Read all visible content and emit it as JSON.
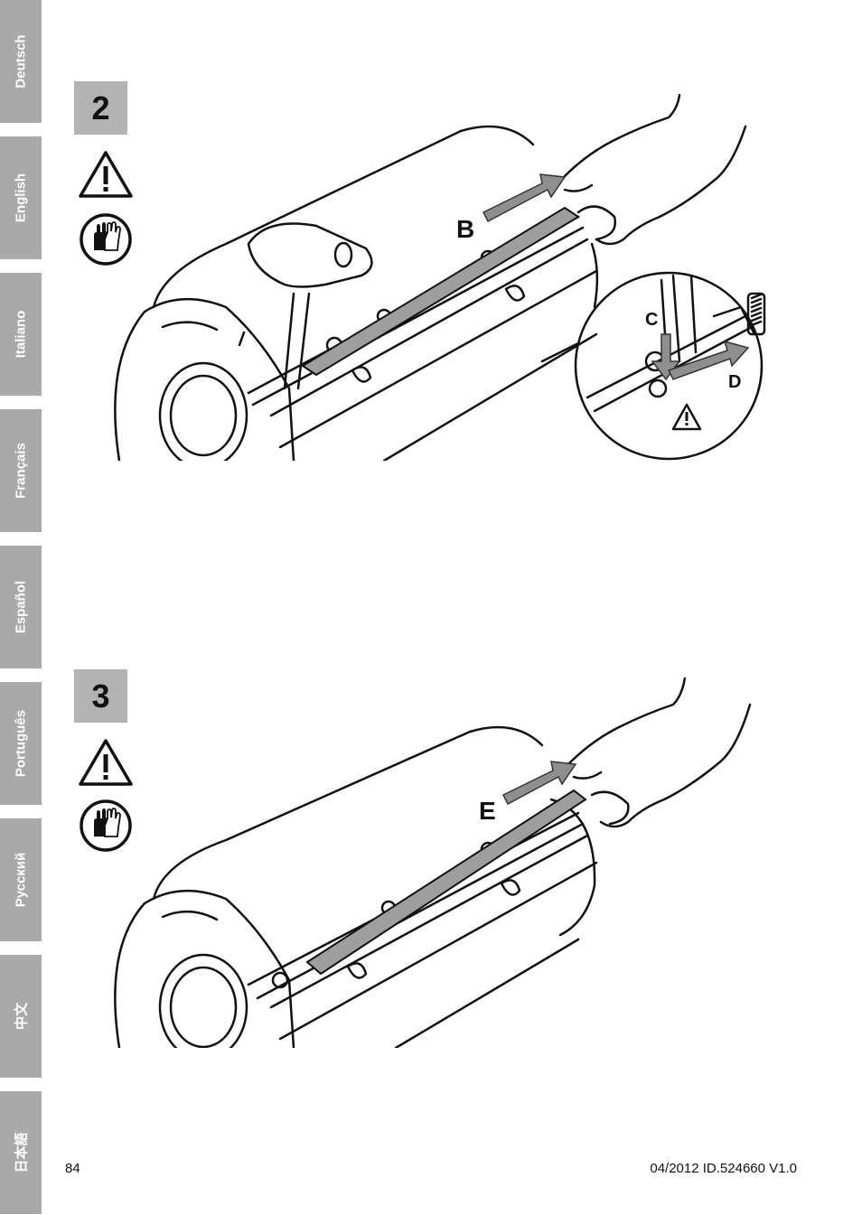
{
  "sidebar": {
    "languages": [
      {
        "label": "Deutsch"
      },
      {
        "label": "English"
      },
      {
        "label": "Italiano"
      },
      {
        "label": "Français"
      },
      {
        "label": "Español"
      },
      {
        "label": "Português"
      },
      {
        "label": "Русский"
      },
      {
        "label": "中文"
      },
      {
        "label": "日本語"
      }
    ]
  },
  "steps": [
    {
      "number": "2",
      "callouts": {
        "b": "B",
        "c": "C",
        "d": "D"
      }
    },
    {
      "number": "3",
      "callouts": {
        "e": "E"
      }
    }
  ],
  "icons": [
    "warning-icon",
    "gloves-icon"
  ],
  "footer": {
    "page_number": "84",
    "doc_id": "04/2012 ID.524660 V1.0"
  }
}
